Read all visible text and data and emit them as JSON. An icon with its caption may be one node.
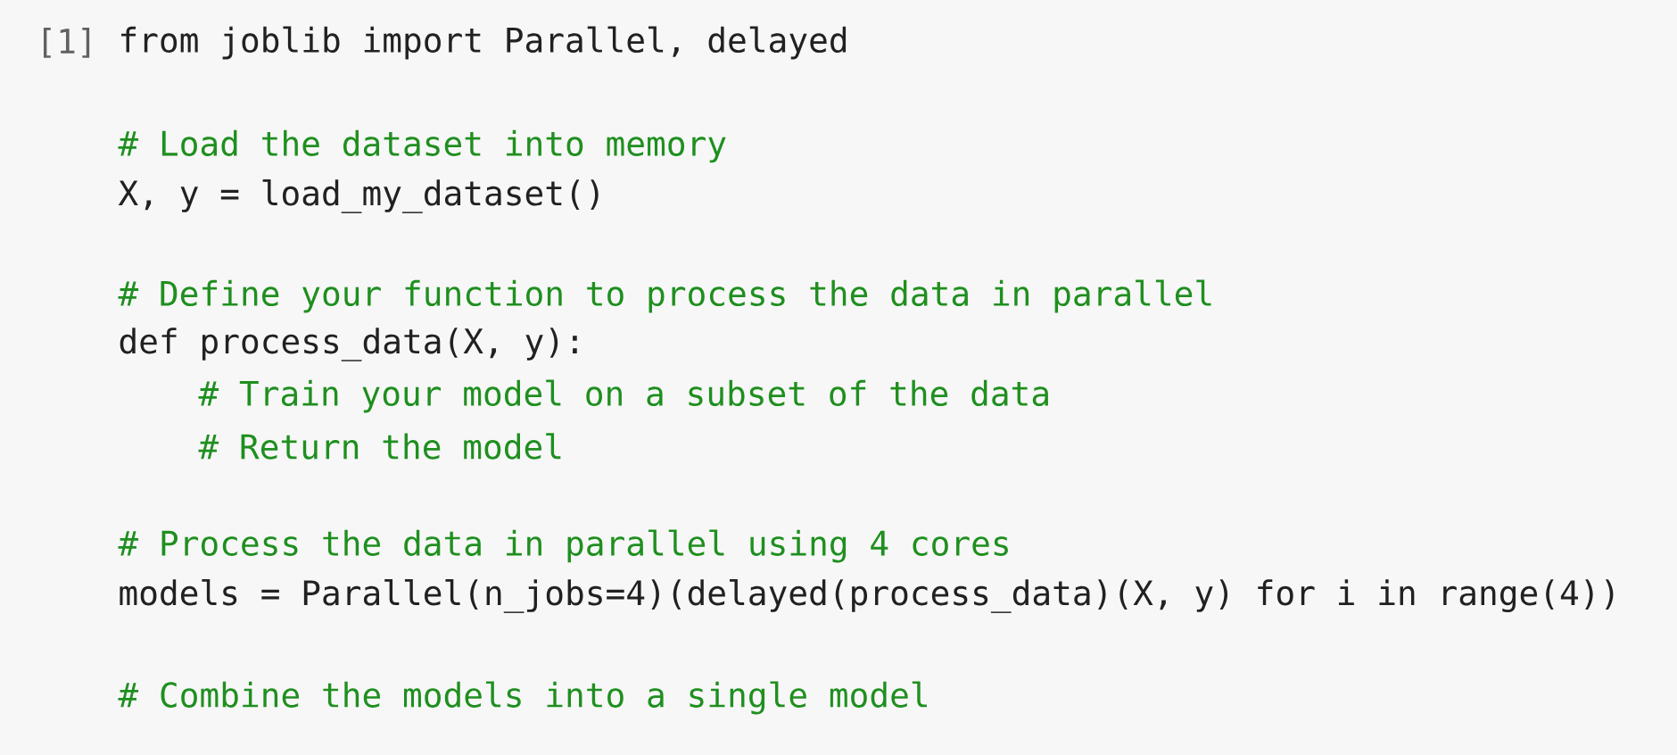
{
  "diagram": {
    "labels": [
      "[1]",
      "from joblib import Parallel, delayed",
      "# Load the dataset into memory",
      "X, y = load_my_dataset()",
      "# Define your function to process the data in parallel",
      "def process_data(X, y):",
      "# Train your model on a subset of the data",
      "# Return the model",
      "# Process the data in parallel using 4 cores",
      "models = Parallel(n_jobs=4)(delayed(process_data)(X, y) for i in range(4))",
      "# Combine the models into a single model"
    ]
  }
}
